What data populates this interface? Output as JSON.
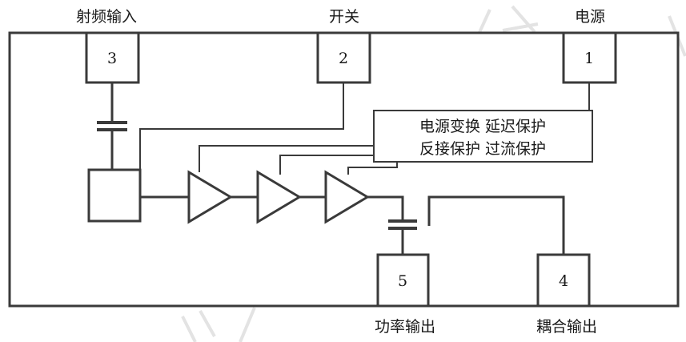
{
  "labels": {
    "rf_input": "射频输入",
    "switch": "开关",
    "power": "电源",
    "power_output": "功率输出",
    "coupled_output": "耦合输出"
  },
  "pins": {
    "rf_input": "3",
    "switch": "2",
    "power": "1",
    "power_output": "5",
    "coupled_output": "4"
  },
  "control_block": {
    "line1": "电源变换 延迟保护",
    "line2": "反接保护 过流保护"
  },
  "colors": {
    "line": "#3a3a3a",
    "text": "#1a1a1a",
    "watermark": "#e3e3e3"
  }
}
